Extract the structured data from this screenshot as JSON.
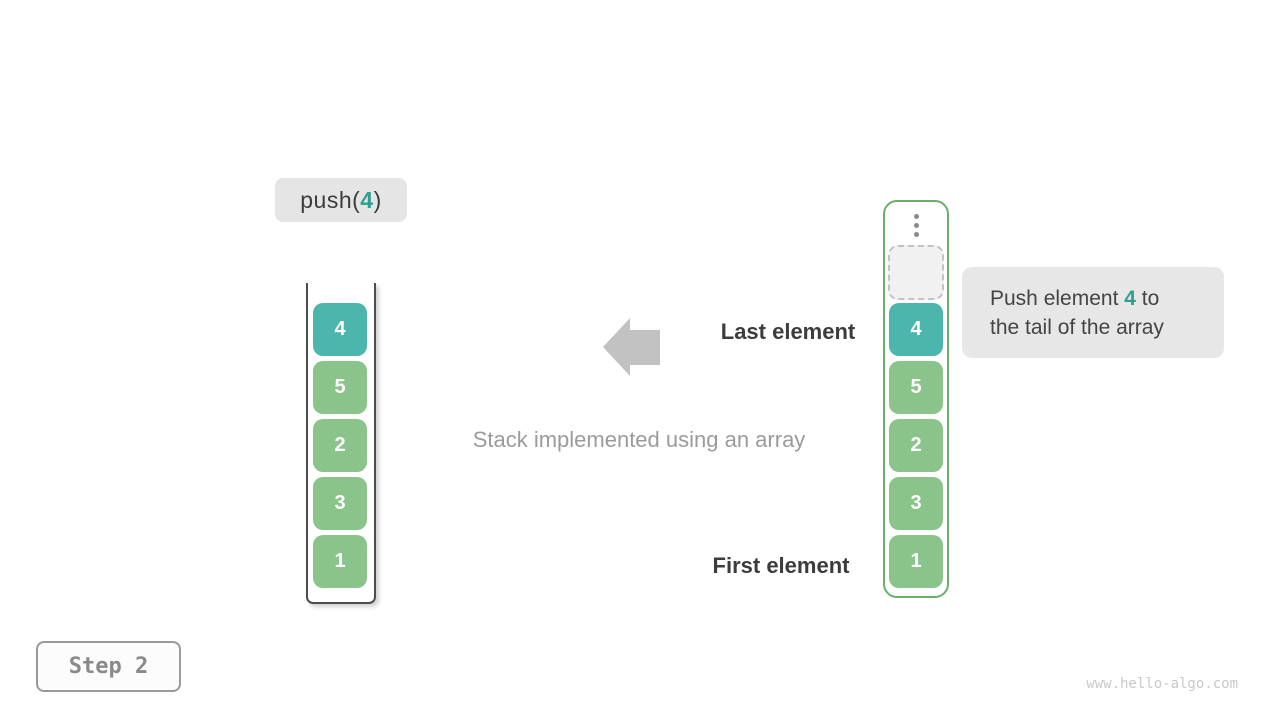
{
  "colors": {
    "teal": "#4db6ac",
    "teal-text": "#2f9d8f",
    "green": "#8ac48a",
    "green-border": "#69b069",
    "cell-text": "#ffffff",
    "label-bg": "#e5e5e5",
    "label-dark": "#3c3c3c",
    "caption-gray": "#9b9b9b",
    "arrow-gray": "#c2c2c2",
    "tooltip-bg": "#e7e7e7",
    "badge-border": "#9a9a9a",
    "watermark": "#c9c9c9"
  },
  "push_call": {
    "prefix": "push(",
    "value": "4",
    "suffix": ")"
  },
  "stack": {
    "items": [
      {
        "value": "4",
        "state": "new"
      },
      {
        "value": "5",
        "state": "existing"
      },
      {
        "value": "2",
        "state": "existing"
      },
      {
        "value": "3",
        "state": "existing"
      },
      {
        "value": "1",
        "state": "existing"
      }
    ]
  },
  "array": {
    "ellipsis": "vertical-dots",
    "empty_slot": "dashed-placeholder",
    "items": [
      {
        "value": "4",
        "state": "new"
      },
      {
        "value": "5",
        "state": "existing"
      },
      {
        "value": "2",
        "state": "existing"
      },
      {
        "value": "3",
        "state": "existing"
      },
      {
        "value": "1",
        "state": "existing"
      }
    ]
  },
  "labels": {
    "last_element": "Last element",
    "first_element": "First element",
    "caption": "Stack implemented using an array"
  },
  "tooltip": {
    "line1_prefix": "Push element ",
    "value": "4",
    "line1_suffix": " to",
    "line2": "the tail of the array"
  },
  "step_badge": "Step 2",
  "watermark": "www.hello-algo.com"
}
